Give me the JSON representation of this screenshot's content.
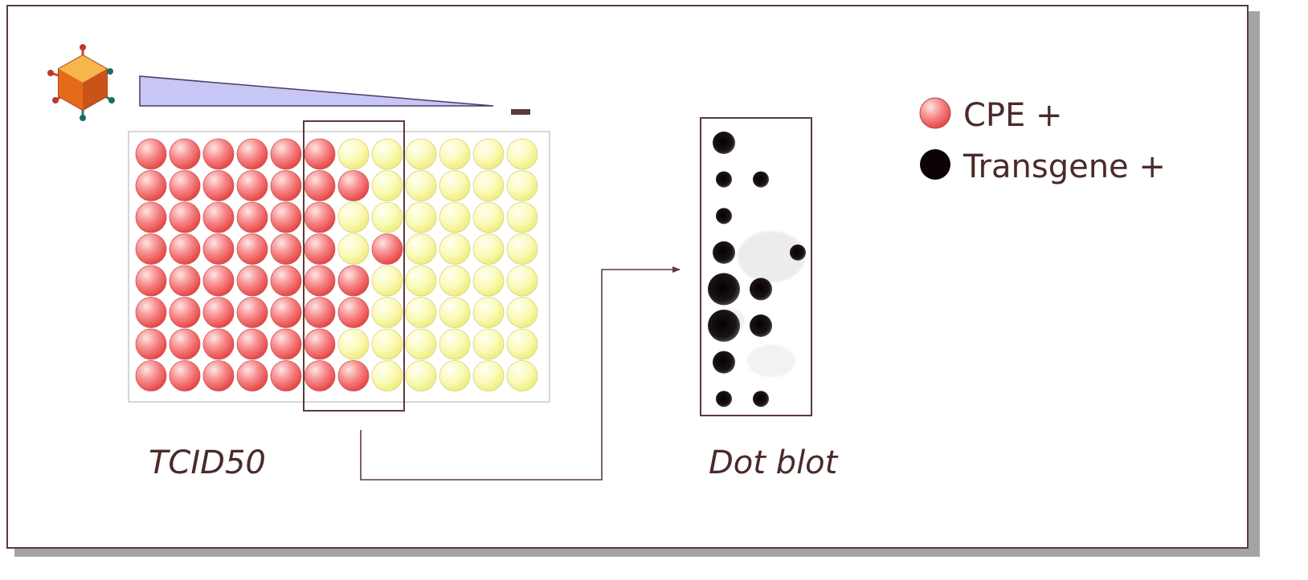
{
  "title_lines": [],
  "labels": {
    "tcid50": "TCID50",
    "dot_blot": "Dot blot",
    "minus": "-"
  },
  "legend": [
    {
      "text": "CPE +",
      "color": "#ef5b5b"
    },
    {
      "text": "Transgene +",
      "color": "#0b0303"
    }
  ],
  "colors": {
    "frame": "#5c3a3a",
    "cpe_positive": "#ef5b5b",
    "cpe_negative": "#f4f28a",
    "wedge": "#c7c6f5",
    "virus": "#e8731a"
  },
  "plate": {
    "rows": [
      "RRRRRRYYYYYY",
      "RRRRRRRYYYYY",
      "RRRRRRYYYYYY",
      "RRRRRRYRYYYY",
      "RRRRRRRYYYYY",
      "RRRRRRRYYYYY",
      "RRRRRRYYYYYY",
      "RRRRRRRYYYYY"
    ],
    "highlighted_columns": [
      6,
      7,
      8
    ]
  },
  "dot_blot": {
    "rows": [
      [
        "L",
        "",
        ""
      ],
      [
        "S",
        "S",
        ""
      ],
      [
        "S",
        "",
        ""
      ],
      [
        "L",
        "",
        "S"
      ],
      [
        "XL",
        "L",
        ""
      ],
      [
        "XL",
        "L",
        ""
      ],
      [
        "L",
        "",
        ""
      ],
      [
        "S",
        "S",
        ""
      ]
    ]
  }
}
